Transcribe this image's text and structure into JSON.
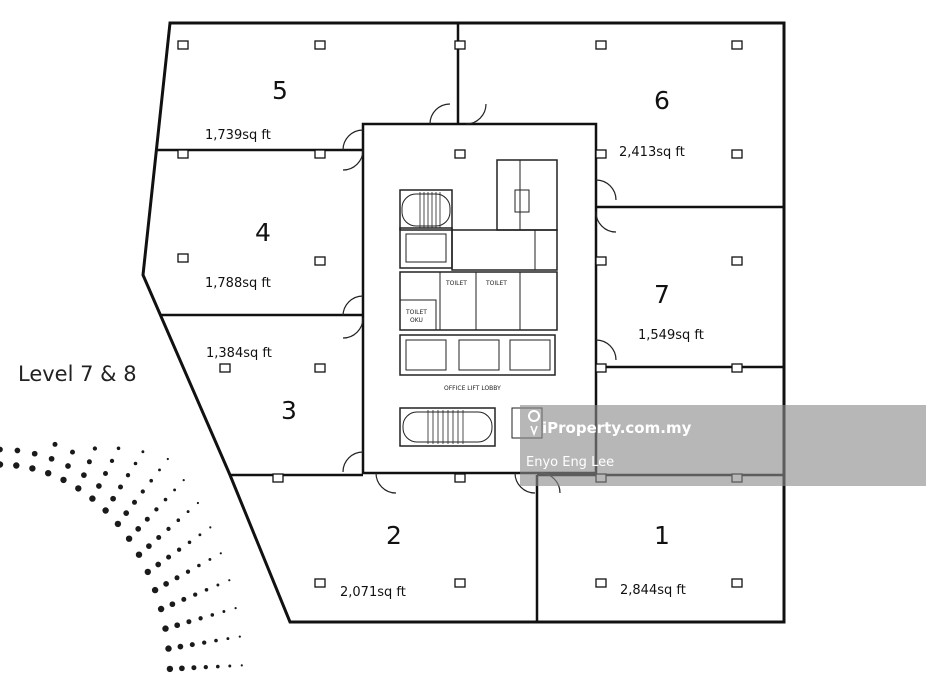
{
  "level_label": "Level 7 & 8",
  "units": [
    {
      "number": "5",
      "area": "1,739sq ft"
    },
    {
      "number": "6",
      "area": "2,413sq ft"
    },
    {
      "number": "4",
      "area": "1,788sq ft"
    },
    {
      "number": "7",
      "area": "1,549sq ft"
    },
    {
      "number": "3",
      "area": "1,384sq ft"
    },
    {
      "number": "2",
      "area": "2,071sq ft"
    },
    {
      "number": "1",
      "area": "2,844sq ft"
    }
  ],
  "core_labels": {
    "toilet_left": "TOILET",
    "toilet_right": "TOILET",
    "toilet_oku": "TOILET OKU",
    "toilet_oku_1": "TOILET",
    "toilet_oku_2": "OKU",
    "lift_lobby": "OFFICE LIFT LOBBY"
  },
  "watermark": {
    "site": "iProperty.com.my",
    "agent": "Enyo Eng Lee"
  }
}
